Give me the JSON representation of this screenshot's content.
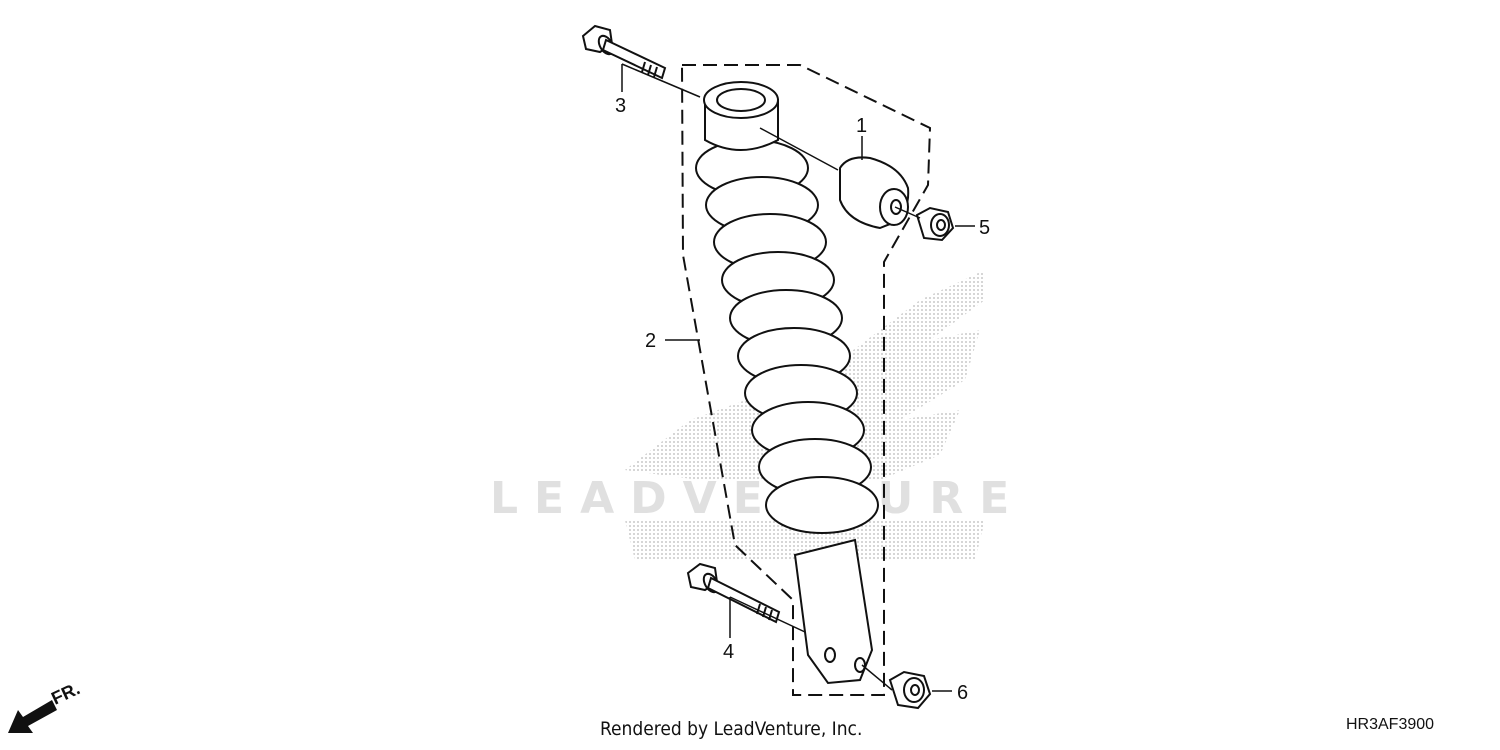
{
  "watermark": {
    "text": "LEADVENTURE",
    "color": "#e0e0e0"
  },
  "callouts": [
    {
      "id": "1",
      "part": "bushing"
    },
    {
      "id": "2",
      "part": "rear-shock-absorber"
    },
    {
      "id": "3",
      "part": "upper-flange-bolt"
    },
    {
      "id": "4",
      "part": "lower-flange-bolt"
    },
    {
      "id": "5",
      "part": "upper-flange-nut"
    },
    {
      "id": "6",
      "part": "lower-flange-nut"
    }
  ],
  "direction_marker": {
    "label": "FR."
  },
  "footer": {
    "credit": "Rendered by LeadVenture, Inc.",
    "diagram_code": "HR3AF3900"
  }
}
